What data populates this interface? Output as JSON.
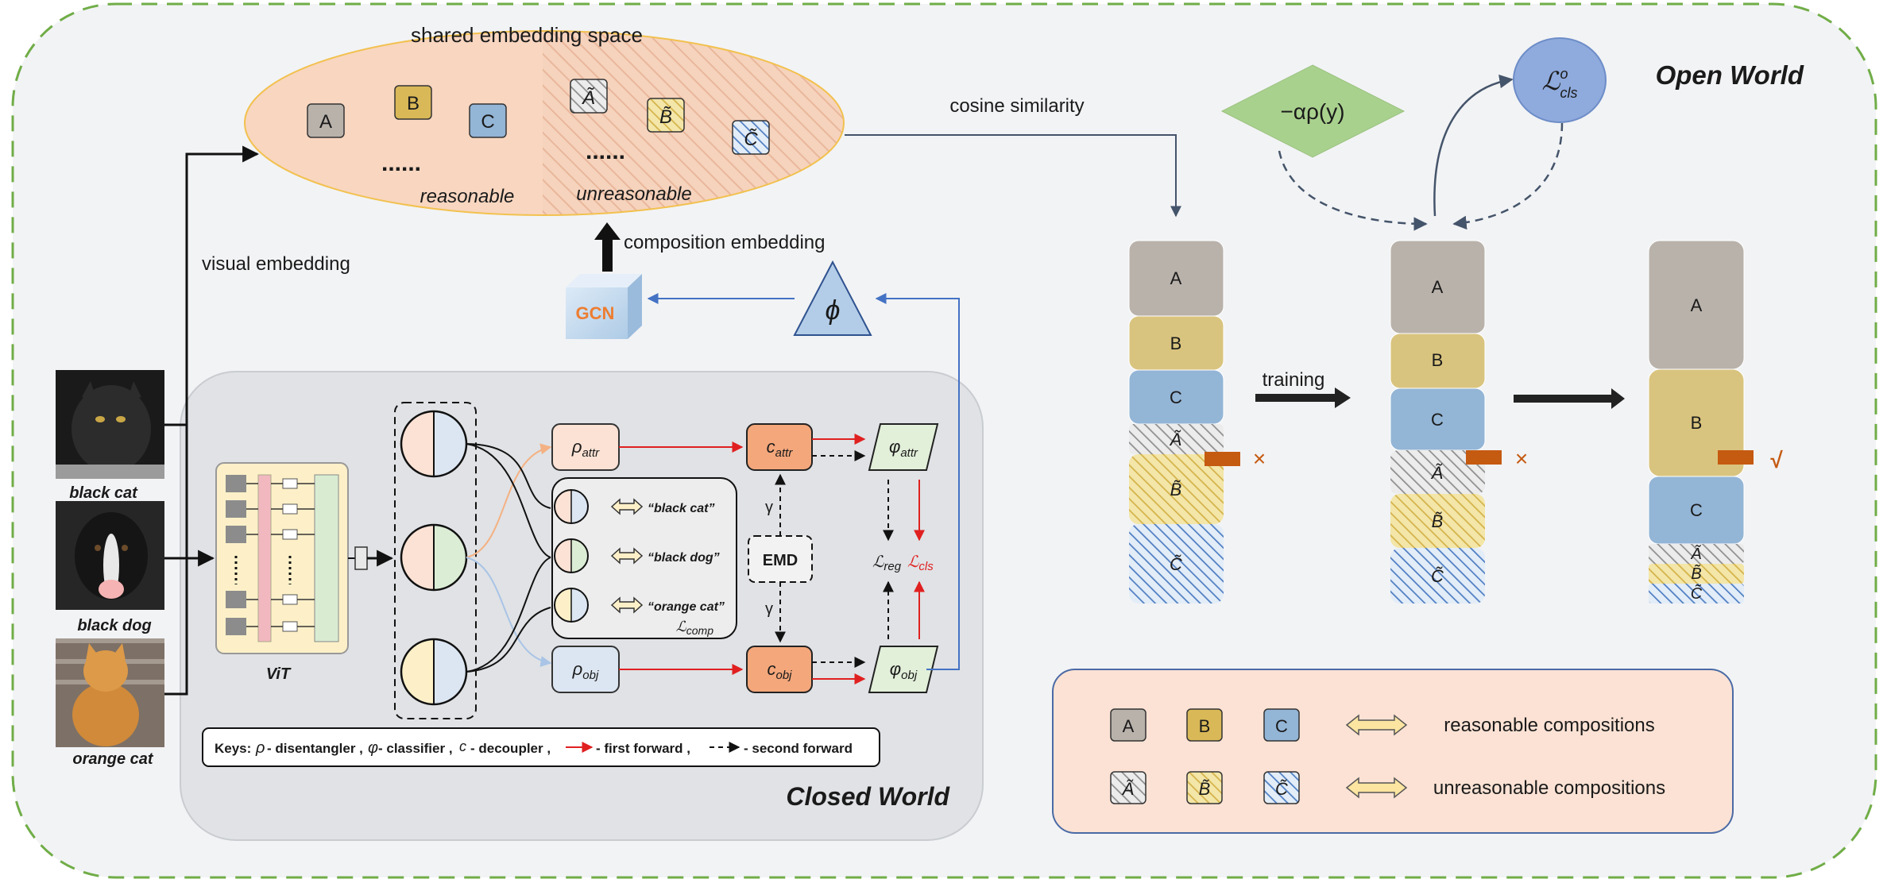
{
  "labels": {
    "shared_space": "shared embedding space",
    "reasonable": "reasonable",
    "unreasonable": "unreasonable",
    "dots": "......",
    "cosine": "cosine similarity",
    "visual_embedding": "visual embedding",
    "composition_embedding": "composition embedding",
    "gcn": "GCN",
    "phi": "ϕ",
    "open_world": "Open World",
    "closed_world": "Closed World",
    "vit": "ViT",
    "emd": "EMD",
    "gamma": "γ",
    "training": "training",
    "neg_alpha_rho": "−αρ(y)",
    "l_cls_open": "ℒ",
    "l_cls_open_sup": "o",
    "l_cls_open_sub": "cls",
    "l_comp": "ℒcomp",
    "l_reg": "ℒreg",
    "l_cls": "ℒcls",
    "rho_attr": "ρattr",
    "rho_obj": "ρobj",
    "c_attr": "cattr",
    "c_obj": "cobj",
    "phi_attr": "φattr",
    "phi_obj": "φobj",
    "cross": "×",
    "check": "√"
  },
  "images": [
    {
      "caption": "black cat"
    },
    {
      "caption": "black dog"
    },
    {
      "caption": "orange cat"
    }
  ],
  "quotes": [
    "“black cat”",
    "“black dog”",
    "“orange cat”"
  ],
  "composition_labels": {
    "A": "A",
    "B": "B",
    "C": "C",
    "A_tilde": "Ã",
    "B_tilde": "B̃",
    "C_tilde": "C̃"
  },
  "keys": {
    "prefix": "Keys:",
    "rho": "ρ",
    "rho_text": "- disentangler ,",
    "phi": "φ",
    "phi_text": "- classifier ,",
    "c": "c",
    "c_text": "- decoupler ,",
    "first_forward": "- first forward ,",
    "second_forward": "- second forward"
  },
  "legend": {
    "reasonable": "reasonable compositions",
    "unreasonable": "unreasonable compositions"
  },
  "colors": {
    "A": "#b9b2ab",
    "B": "#d9c47f",
    "C": "#93b5d6",
    "orange": "#c55a11",
    "red": "#e02020",
    "blue_line": "#4472c4",
    "green_dash": "#70ad47",
    "ellipse_fill": "#f8d6c0",
    "legend_fill": "#fbe2d4",
    "closed_world_fill": "#e1e3e6"
  }
}
